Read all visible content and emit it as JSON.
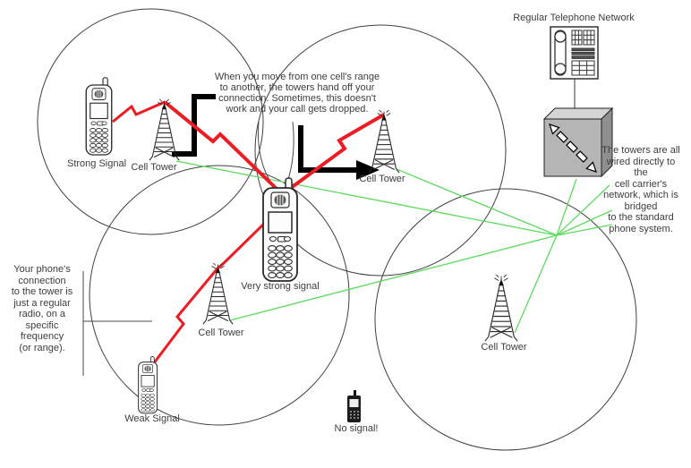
{
  "labels": {
    "telephone_network": "Regular Telephone Network",
    "strong_signal": "Strong Signal",
    "very_strong_signal": "Very strong signal",
    "weak_signal": "Weak Signal",
    "no_signal": "No signal!",
    "cell_tower_1": "Cell Tower",
    "cell_tower_2": "Cell Tower",
    "cell_tower_3": "Cell Tower",
    "cell_tower_4": "Cell Tower"
  },
  "annotations": {
    "handoff": "When you move from one cell's range\nto another, the towers hand off your\nconnection. Sometimes, this doesn't\nwork and your call gets dropped.",
    "radio": "Your phone's\nconnection\nto the tower is\njust a regular\nradio, on a\nspecific\nfrequency\n(or range).",
    "wired": "The towers are all\nwired directly to\nthe\ncell carrier's\nnetwork, which is\nbridged\nto the standard\nphone system."
  },
  "colors": {
    "signal_red": "#ed1c24",
    "wire_green": "#5cdb5c",
    "outline_black": "#2a2a2a",
    "box_gray": "#b5b5b5"
  }
}
